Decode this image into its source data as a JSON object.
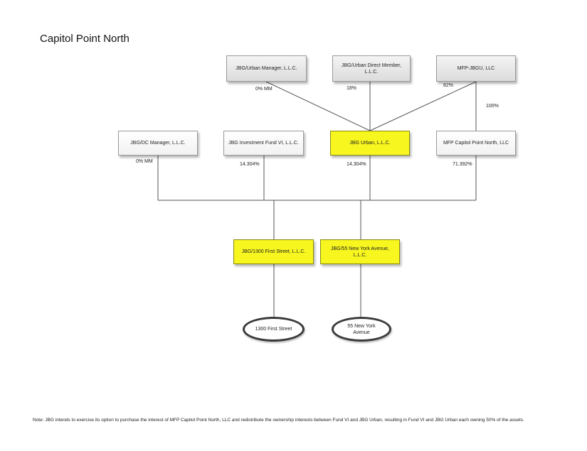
{
  "title": "Capitol Point North",
  "entities": {
    "jbg_urban_manager": "JBG/Urban Manager, L.L.C.",
    "jbg_urban_direct_member": "JBG/Urban Direct Member, L.L.C.",
    "mfp_jbgu": "MFP-JBGU, LLC",
    "jbg_dc_manager": "JBG/DC Manager, L.L.C.",
    "jbg_investment_fund_vi": "JBG Investment Fund VI, L.L.C.",
    "jbg_urban": "JBG Urban, L.L.C.",
    "mfp_capitol_point_north": "MFP Capitol Point North, LLC",
    "jbg_1300_first_street": "JBG/1300 First Street, L.L.C.",
    "jbg_55_new_york_avenue": "JBG/55 New York Avenue, L.L.C."
  },
  "percentages": {
    "urban_manager_mm": "0% MM",
    "urban_direct_member": "18%",
    "mfp_jbgu": "82%",
    "mfp_jbgu_to_cpn": "100%",
    "dc_manager_mm": "0% MM",
    "fund_vi": "14.304%",
    "jbg_urban": "14.304%",
    "mfp_cpn": "71.392%"
  },
  "assets": {
    "first_street": "1300 First Street",
    "new_york_avenue": "55 New York Avenue"
  },
  "note": "Note: JBG intends to exercise its option to purchase the interest of MFP Capitol Point North, LLC and redistribute the ownership interests between Fund VI and JBG Urban, resulting in Fund VI and JBG Urban each owning 50% of the assets.",
  "colors": {
    "highlight": "#f7f61f",
    "line": "#555555"
  }
}
